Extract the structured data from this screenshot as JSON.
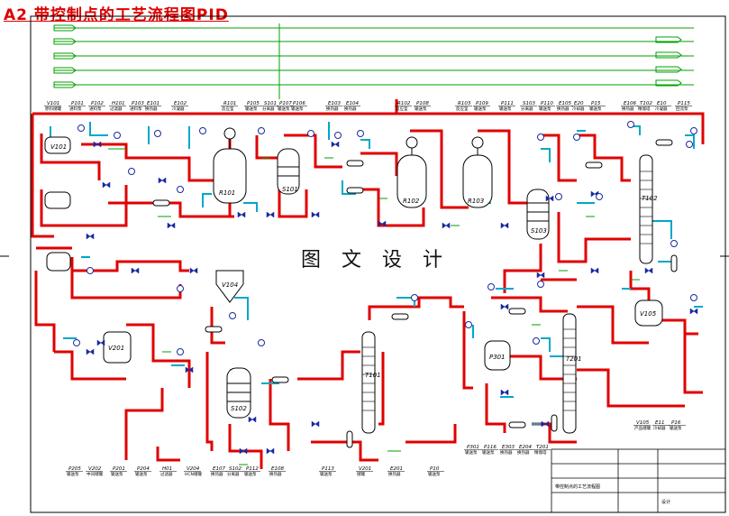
{
  "title": "A2 带控制点的工艺流程图PID",
  "watermark": "图 文 设 计",
  "colors": {
    "process": "#e00000",
    "utility": "#00a8c8",
    "signal": "#00a000",
    "line": "#000000",
    "valve": "#1a2aa0"
  },
  "top_tags": [
    {
      "tag": "V101",
      "sub": "原料储罐"
    },
    {
      "tag": "P101",
      "sub": "进料泵"
    },
    {
      "tag": "P102",
      "sub": "进料泵"
    },
    {
      "tag": "H101",
      "sub": "过滤器"
    },
    {
      "tag": "P103",
      "sub": "进料泵"
    },
    {
      "tag": "E101",
      "sub": "换热器"
    },
    {
      "tag": "E102",
      "sub": "冷凝器"
    },
    {
      "tag": "R101",
      "sub": "反应釜"
    },
    {
      "tag": "P105",
      "sub": "输送泵"
    },
    {
      "tag": "S101",
      "sub": "分离器"
    },
    {
      "tag": "P107",
      "sub": "输送泵"
    },
    {
      "tag": "P106",
      "sub": "输送泵"
    },
    {
      "tag": "E103",
      "sub": "换热器"
    },
    {
      "tag": "E104",
      "sub": "换热器"
    },
    {
      "tag": "R102",
      "sub": "反应釜"
    },
    {
      "tag": "P108",
      "sub": "输送泵"
    },
    {
      "tag": "R103",
      "sub": "反应釜"
    },
    {
      "tag": "P109",
      "sub": "输送泵"
    },
    {
      "tag": "P111",
      "sub": "输送泵"
    },
    {
      "tag": "S103",
      "sub": "分离器"
    },
    {
      "tag": "P110",
      "sub": "输送泵"
    },
    {
      "tag": "E105",
      "sub": "换热器"
    },
    {
      "tag": "E20",
      "sub": "冷却器"
    },
    {
      "tag": "P15",
      "sub": "输送泵"
    },
    {
      "tag": "E106",
      "sub": "换热器"
    },
    {
      "tag": "T102",
      "sub": "精馏塔"
    },
    {
      "tag": "E10",
      "sub": "冷凝器"
    },
    {
      "tag": "P115",
      "sub": "回流泵"
    }
  ],
  "bottom_tags": [
    {
      "tag": "P205",
      "sub": "输送泵"
    },
    {
      "tag": "V202",
      "sub": "中间储罐"
    },
    {
      "tag": "P201",
      "sub": "输送泵"
    },
    {
      "tag": "P204",
      "sub": "输送泵"
    },
    {
      "tag": "H01",
      "sub": "过滤器"
    },
    {
      "tag": "V204",
      "sub": "HCN储罐"
    },
    {
      "tag": "E107",
      "sub": "换热器"
    },
    {
      "tag": "S102",
      "sub": "分离器"
    },
    {
      "tag": "P112",
      "sub": "输送泵"
    },
    {
      "tag": "E108",
      "sub": "换热器"
    },
    {
      "tag": "P113",
      "sub": "输送泵"
    },
    {
      "tag": "V201",
      "sub": "储罐"
    },
    {
      "tag": "E201",
      "sub": "换热器"
    },
    {
      "tag": "P10",
      "sub": "输送泵"
    }
  ],
  "mid_bottom_tags": [
    {
      "tag": "P301",
      "sub": "输送泵"
    },
    {
      "tag": "P116",
      "sub": "输送泵"
    },
    {
      "tag": "E303",
      "sub": "换热器"
    },
    {
      "tag": "E204",
      "sub": "换热器"
    },
    {
      "tag": "T201",
      "sub": "精馏塔"
    }
  ],
  "right_tags": [
    {
      "tag": "V105",
      "sub": "产品储罐"
    },
    {
      "tag": "E11",
      "sub": "冷却器"
    },
    {
      "tag": "P16",
      "sub": "输送泵"
    }
  ],
  "equipment": [
    {
      "tag": "V101"
    },
    {
      "tag": "R101"
    },
    {
      "tag": "S101"
    },
    {
      "tag": "R102"
    },
    {
      "tag": "R103"
    },
    {
      "tag": "S103"
    },
    {
      "tag": "T102"
    },
    {
      "tag": "V104"
    },
    {
      "tag": "V201"
    },
    {
      "tag": "S102"
    },
    {
      "tag": "T101"
    },
    {
      "tag": "P301"
    },
    {
      "tag": "T201"
    },
    {
      "tag": "V105"
    }
  ],
  "title_block": {
    "drawing_name": "带控制点的工艺流程图",
    "sheet": "设计"
  }
}
